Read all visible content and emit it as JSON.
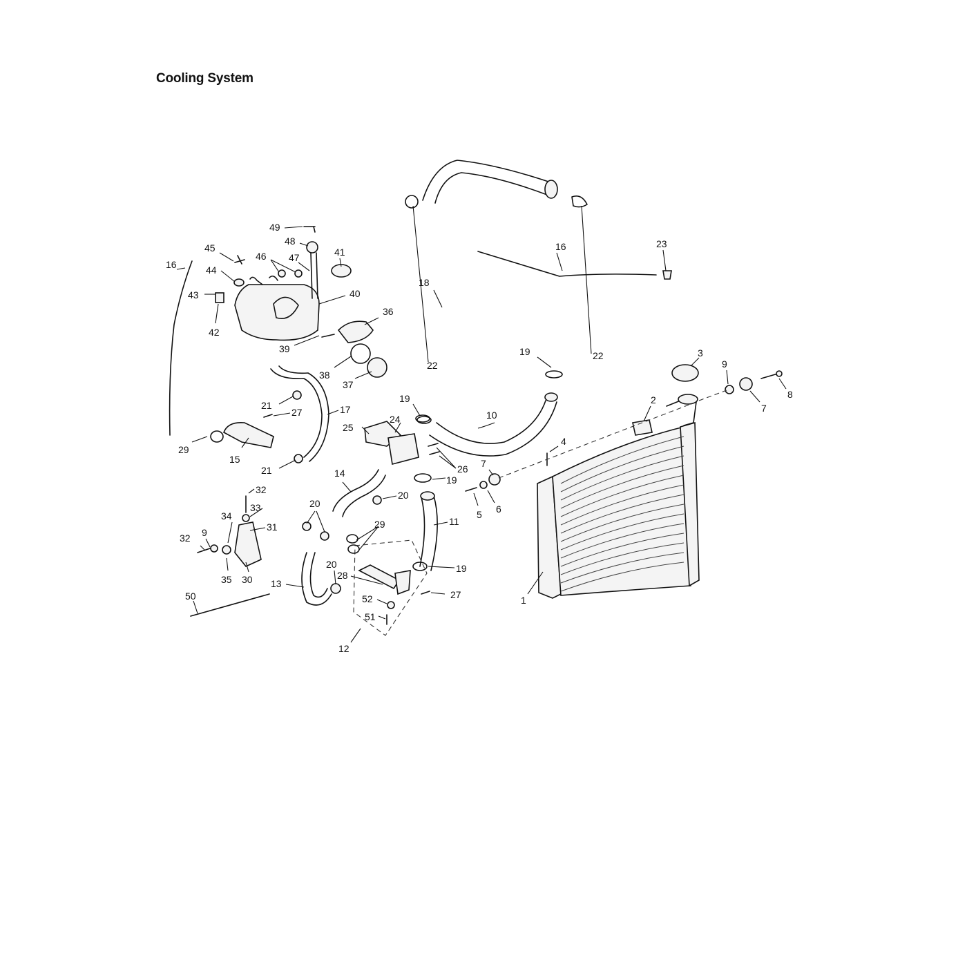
{
  "title": "Cooling System",
  "diagram": {
    "callouts": [
      "1",
      "2",
      "3",
      "4",
      "5",
      "6",
      "7",
      "7",
      "8",
      "9",
      "9",
      "10",
      "11",
      "12",
      "13",
      "14",
      "15",
      "16",
      "16",
      "17",
      "18",
      "19",
      "19",
      "19",
      "19",
      "20",
      "20",
      "20",
      "21",
      "21",
      "22",
      "22",
      "23",
      "24",
      "25",
      "26",
      "27",
      "27",
      "28",
      "29",
      "29",
      "30",
      "31",
      "32",
      "32",
      "33",
      "34",
      "35",
      "36",
      "37",
      "38",
      "39",
      "40",
      "41",
      "42",
      "43",
      "44",
      "45",
      "46",
      "47",
      "48",
      "49",
      "50",
      "51",
      "52"
    ]
  }
}
